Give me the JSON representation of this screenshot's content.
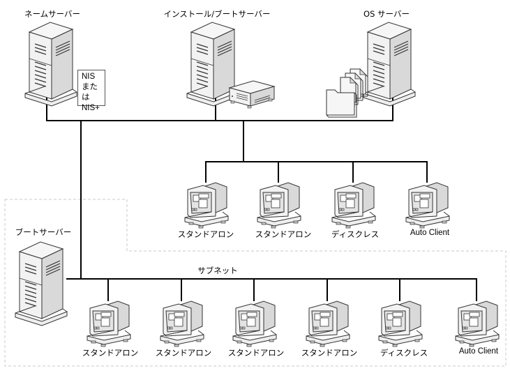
{
  "title": "Network topology: servers and clients",
  "servers": [
    {
      "id": "name-server",
      "label": "ネームサーバー",
      "note_lines": [
        "NIS",
        "または",
        "NIS+"
      ]
    },
    {
      "id": "install-boot-server",
      "label": "インストール/ブートサーバー",
      "accessory": "cdrom-drive"
    },
    {
      "id": "os-server",
      "label": "OS サーバー",
      "accessory": "files"
    },
    {
      "id": "boot-server",
      "label": "ブートサーバー"
    }
  ],
  "main_network_clients": [
    {
      "label": "スタンドアロン"
    },
    {
      "label": "スタンドアロン"
    },
    {
      "label": "ディスクレス"
    },
    {
      "label": "Auto Client"
    }
  ],
  "subnet": {
    "label": "サブネット",
    "clients": [
      {
        "label": "スタンドアロン"
      },
      {
        "label": "スタンドアロン"
      },
      {
        "label": "スタンドアロン"
      },
      {
        "label": "スタンドアロン"
      },
      {
        "label": "ディスクレス"
      },
      {
        "label": "Auto Client"
      }
    ]
  },
  "colors": {
    "line": "#000000",
    "outline": "#333333",
    "side_fill": "#d9d9d9",
    "face_fill": "#f2f2f2",
    "dash": "#c8c8c8"
  }
}
